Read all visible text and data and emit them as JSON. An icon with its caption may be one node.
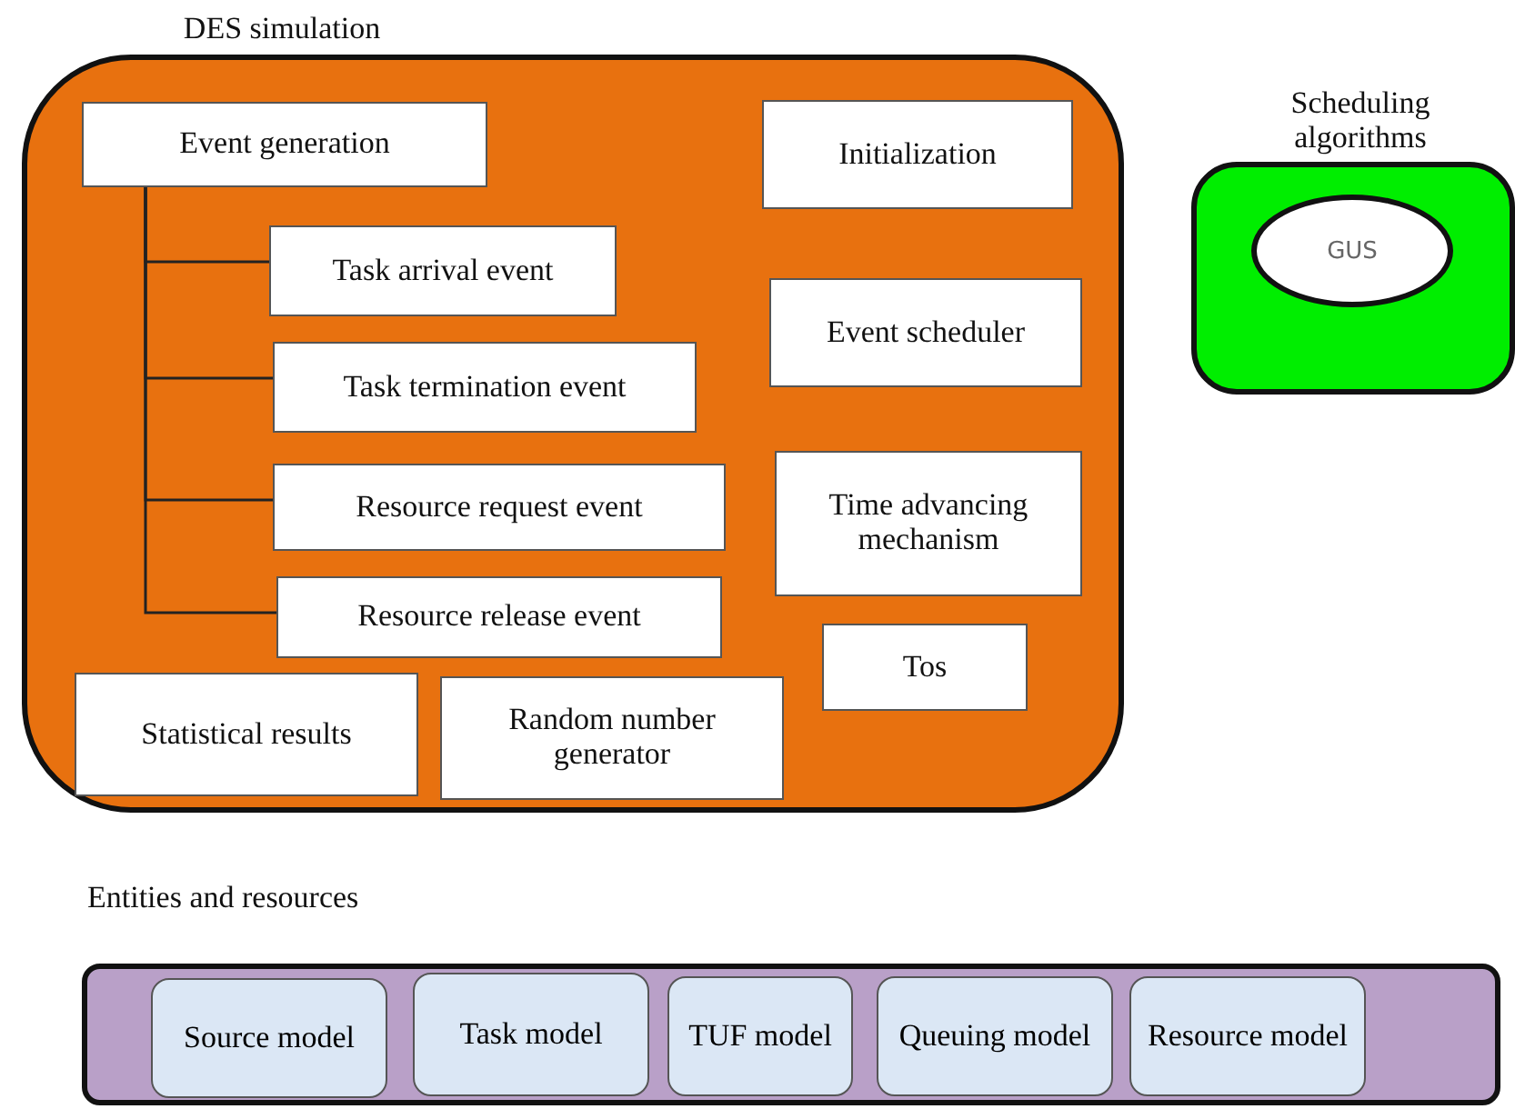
{
  "diagram": {
    "nodes": [
      {
        "text": [
          "DES simulation"
        ]
      },
      {
        "text": [
          "Event generation"
        ],
        "in": 0
      },
      {
        "text": [
          "Task arrival event"
        ],
        "in": 0
      },
      {
        "text": [
          "Task termination event"
        ],
        "in": 0
      },
      {
        "text": [
          "Resource request event"
        ],
        "in": 0
      },
      {
        "text": [
          "Resource release event"
        ],
        "in": 0
      },
      {
        "text": [
          "Statistical results"
        ],
        "in": 0
      },
      {
        "text": [
          "Random number generator"
        ],
        "in": 0
      },
      {
        "text": [
          "Initialization"
        ],
        "in": 0
      },
      {
        "text": [
          "Event scheduler"
        ],
        "in": 0
      },
      {
        "text": [
          "Time advancing mechanism"
        ],
        "in": 0
      },
      {
        "text": [
          "Tos"
        ],
        "in": 0
      },
      {
        "text": [
          "Scheduling algorithms"
        ]
      },
      {
        "text": [
          "GUS"
        ],
        "in": 12
      },
      {
        "text": [
          "Entities and resources"
        ]
      },
      {
        "text": [
          "Source model"
        ],
        "in": 14
      },
      {
        "text": [
          "Task model"
        ],
        "in": 14
      },
      {
        "text": [
          "TUF model"
        ],
        "in": 14
      },
      {
        "text": [
          "Queuing model"
        ],
        "in": 14
      },
      {
        "text": [
          "Resource model"
        ],
        "in": 14
      }
    ],
    "edges": [
      {
        "from": 1,
        "to": 2,
        "arrow": "none"
      },
      {
        "from": 1,
        "to": 3,
        "arrow": "none"
      },
      {
        "from": 1,
        "to": 4,
        "arrow": "none"
      },
      {
        "from": 1,
        "to": 5,
        "arrow": "none"
      }
    ]
  }
}
